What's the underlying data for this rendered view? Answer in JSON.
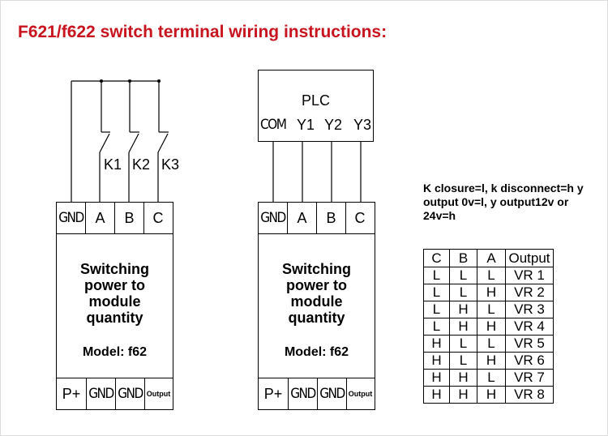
{
  "title": "F621/f622 switch terminal wiring instructions:",
  "left_diagram": {
    "switches": [
      "K1",
      "K2",
      "K3"
    ],
    "module": {
      "top_terminals": [
        "GND",
        "A",
        "B",
        "C"
      ],
      "body_text": "Switching power to module quantity",
      "body_lines": [
        "Switching",
        "power to",
        "module",
        "quantity"
      ],
      "model": "Model: f62",
      "bottom_terminals": [
        "P+",
        "GND",
        "GND",
        "Output"
      ]
    }
  },
  "right_diagram": {
    "plc": {
      "label": "PLC",
      "ports": [
        "COM",
        "Y1",
        "Y2",
        "Y3"
      ]
    },
    "module": {
      "top_terminals": [
        "GND",
        "A",
        "B",
        "C"
      ],
      "body_lines": [
        "Switching",
        "power to",
        "module",
        "quantity"
      ],
      "model": "Model: f62",
      "bottom_terminals": [
        "P+",
        "GND",
        "GND",
        "Output"
      ]
    }
  },
  "note": "K closure=l, k disconnect=h y output 0v=l, y output12v or 24v=h",
  "truth_table": {
    "headers": [
      "C",
      "B",
      "A",
      "Output"
    ],
    "rows": [
      [
        "L",
        "L",
        "L",
        "VR 1"
      ],
      [
        "L",
        "L",
        "H",
        "VR 2"
      ],
      [
        "L",
        "H",
        "L",
        "VR 3"
      ],
      [
        "L",
        "H",
        "H",
        "VR 4"
      ],
      [
        "H",
        "L",
        "L",
        "VR 5"
      ],
      [
        "H",
        "L",
        "H",
        "VR 6"
      ],
      [
        "H",
        "H",
        "L",
        "VR 7"
      ],
      [
        "H",
        "H",
        "H",
        "VR 8"
      ]
    ]
  }
}
